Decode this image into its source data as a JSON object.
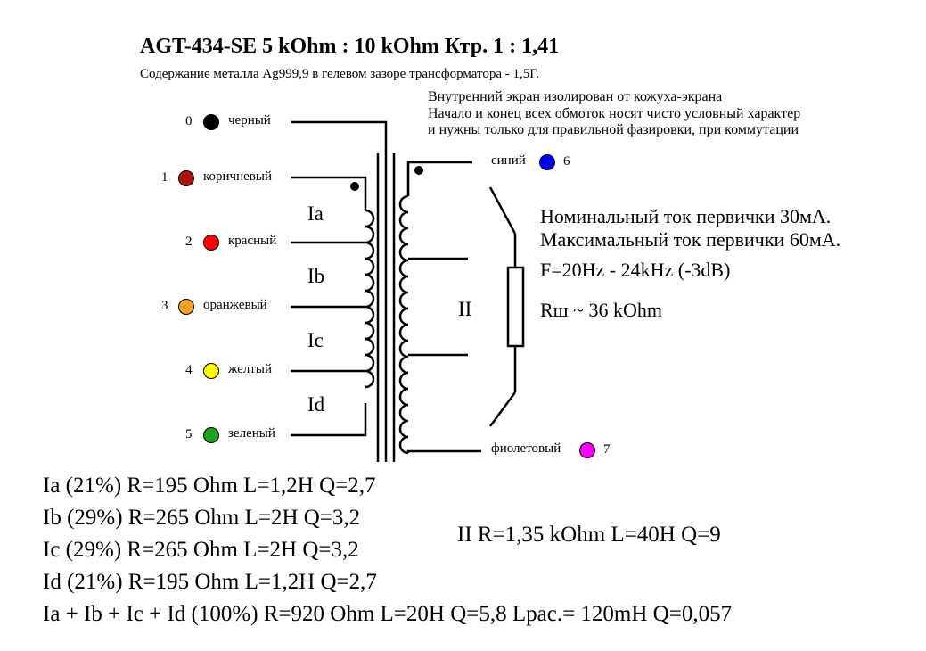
{
  "header": {
    "title": "AGT-434-SE  5 kOhm : 10 kOhm    Ктр. 1 : 1,41",
    "subtitle": "Содержание металла Ag999,9 в гелевом зазоре трансформатора -   1,5Г."
  },
  "notes": [
    "Внутренний экран изолирован от кожуха-экрана",
    "Начало и конец всех обмоток носят чисто условный характер",
    "и нужны только для правильной фазировки, при коммутации"
  ],
  "terminals": [
    {
      "num": "0",
      "label": "черный",
      "color": "#000000"
    },
    {
      "num": "1",
      "label": "коричневый",
      "color": "#b01010"
    },
    {
      "num": "2",
      "label": "красный",
      "color": "#ff0000"
    },
    {
      "num": "3",
      "label": "оранжевый",
      "color": "#f0a020"
    },
    {
      "num": "4",
      "label": "желтый",
      "color": "#ffff00"
    },
    {
      "num": "5",
      "label": "зеленый",
      "color": "#20a020"
    },
    {
      "num": "6",
      "label": "синий",
      "color": "#0000ff"
    },
    {
      "num": "7",
      "label": "фиолетовый",
      "color": "#ff00ff"
    }
  ],
  "windings": {
    "a": "Ia",
    "b": "Ib",
    "c": "Ic",
    "d": "Id",
    "secondary": "II"
  },
  "specs": [
    "Номинальный ток первички 30мА.",
    "Максимальный ток первички 60мА.",
    "F=20Hz - 24kHz (-3dB)",
    "Rш ~ 36 kOhm"
  ],
  "params": {
    "a": "Ia (21%) R=195 Ohm L=1,2H Q=2,7",
    "b": "Ib (29%) R=265 Ohm L=2H Q=3,2",
    "c": "Ic (29%) R=265 Ohm L=2H Q=3,2",
    "d": "Id (21%) R=195 Ohm L=1,2H Q=2,7",
    "total": "Ia + Ib + Ic + Id (100%) R=920 Ohm L=20H Q=5,8 Lрас.= 120mH Q=0,057",
    "secondary": "II  R=1,35 kOhm L=40H Q=9"
  }
}
